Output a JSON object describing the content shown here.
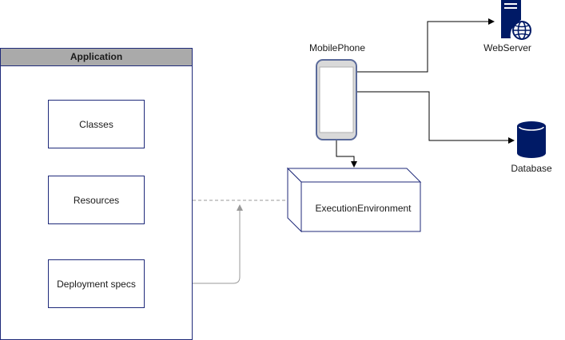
{
  "colors": {
    "stroke": "#1f2a7a",
    "header_fill": "#aaaaaa",
    "dashed": "#999999",
    "icon_fill": "#001a66",
    "phone_screen": "#ffffff",
    "phone_body": "#d9d9d9"
  },
  "application": {
    "title": "Application",
    "items": [
      {
        "label": "Classes"
      },
      {
        "label": "Resources"
      },
      {
        "label": "Deployment specs"
      }
    ]
  },
  "mobile_phone": {
    "label": "MobilePhone",
    "icon": "mobile-phone-icon"
  },
  "web_server": {
    "label": "WebServer",
    "icon": "web-server-icon"
  },
  "database": {
    "label": "Database",
    "icon": "database-icon"
  },
  "execution_environment": {
    "label": "ExecutionEnvironment"
  }
}
